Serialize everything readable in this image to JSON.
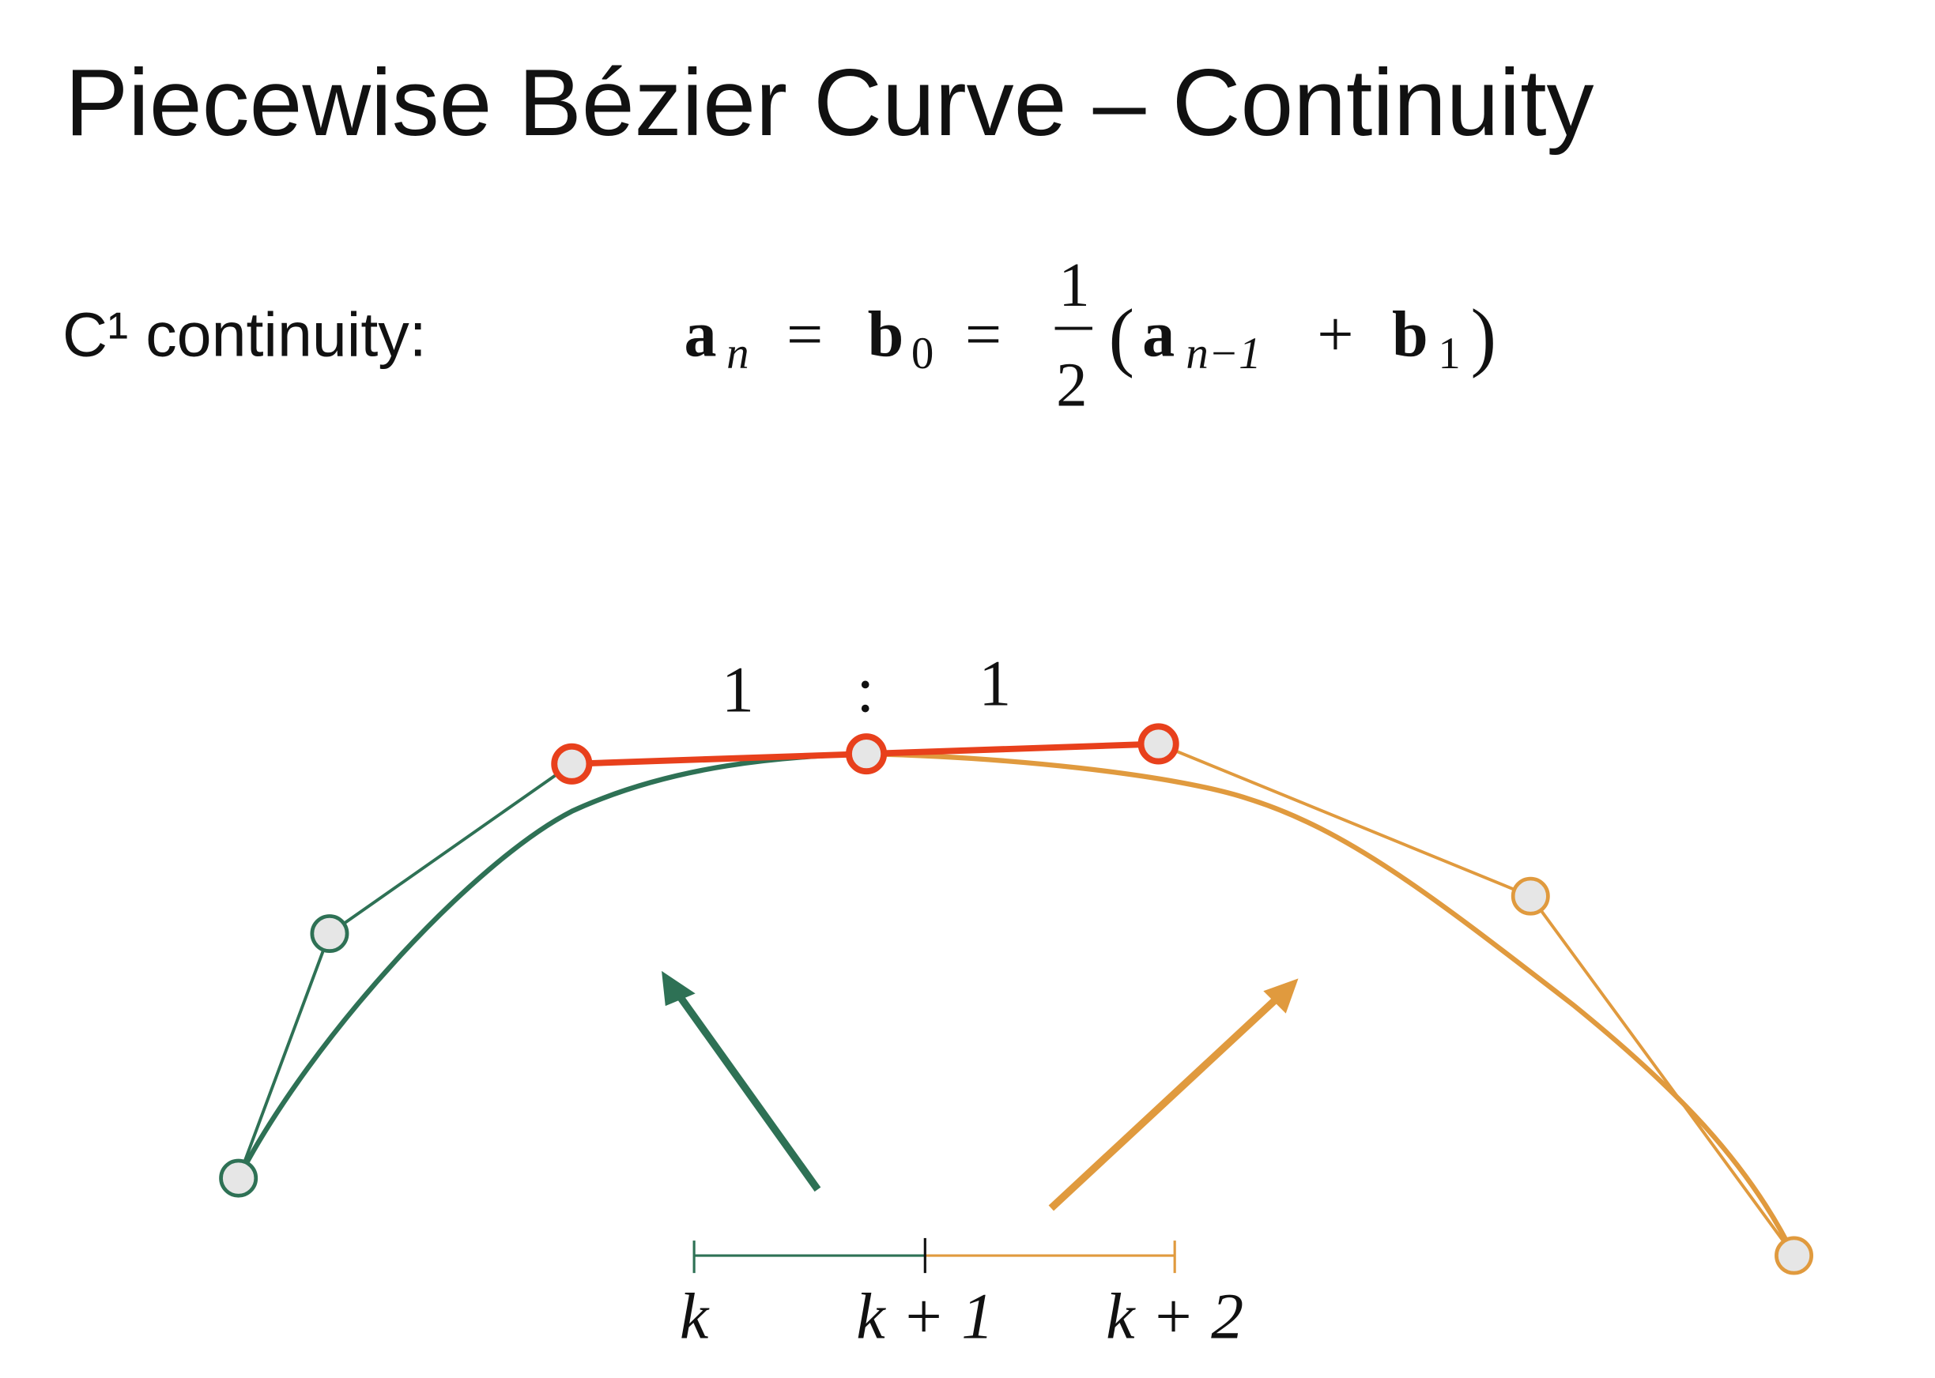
{
  "title": "Piecewise Bézier Curve – Continuity",
  "condition_label": "C¹ continuity:",
  "equation": {
    "a": "a",
    "n": "n",
    "eq": "=",
    "b": "b",
    "zero": "0",
    "num": "1",
    "den": "2",
    "lparen": "(",
    "nm1": "n−1",
    "plus": "+",
    "one": "1",
    "rparen": ")"
  },
  "ratio": {
    "left": "1",
    "sep": ":",
    "right": "1"
  },
  "timeline": {
    "labels": [
      "k",
      "k + 1",
      "k + 2"
    ]
  },
  "colors": {
    "green": "#2e7155",
    "orange": "#e09a3e",
    "red": "#e8401c",
    "point_fill": "#e6e6e6"
  }
}
